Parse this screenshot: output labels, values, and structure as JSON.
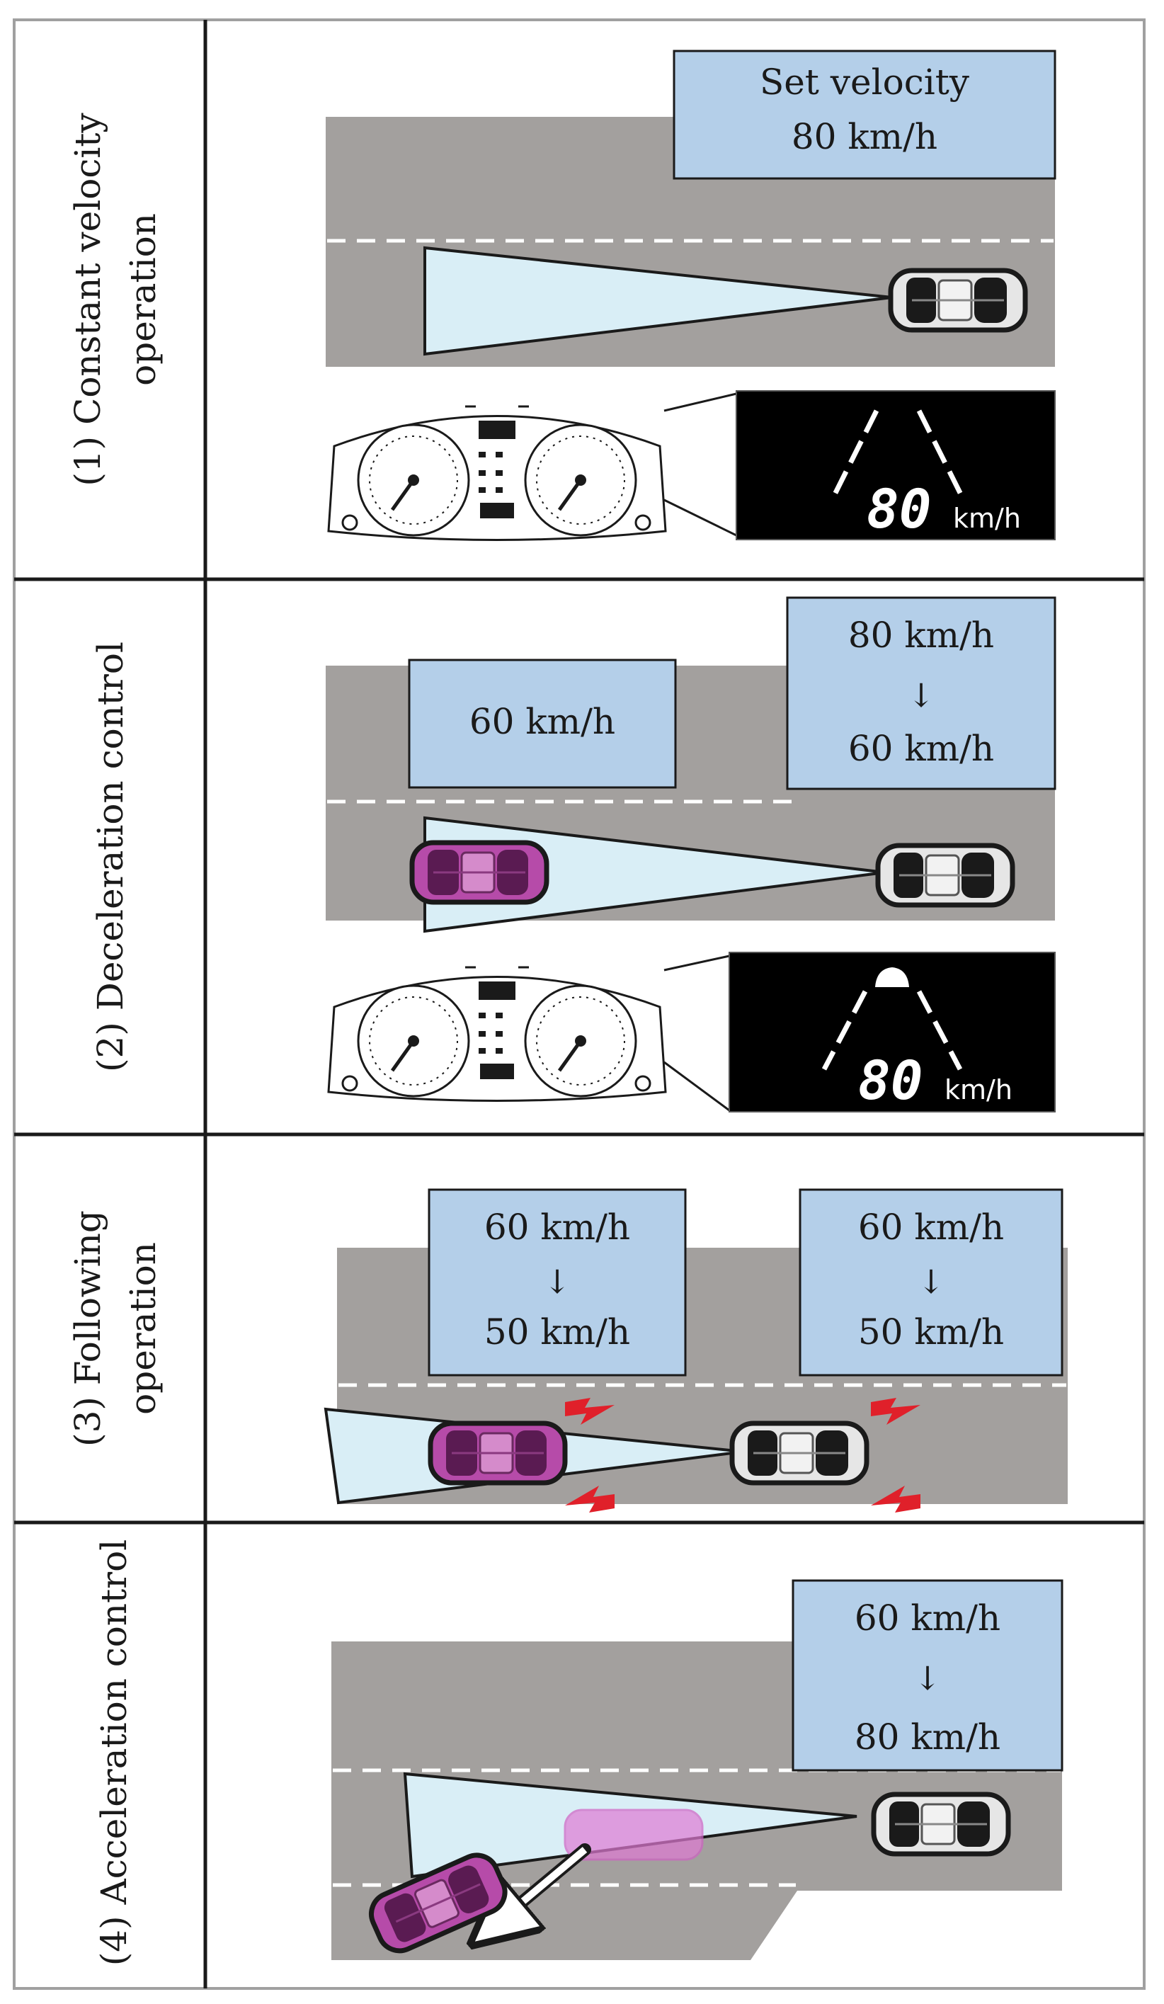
{
  "rows": [
    {
      "label_line1": "(1) Constant velocity",
      "label_line2": "operation"
    },
    {
      "label_line1": "(2) Deceleration control",
      "label_line2": ""
    },
    {
      "label_line1": "(3) Following",
      "label_line2": "operation"
    },
    {
      "label_line1": "(4) Acceleration control",
      "label_line2": ""
    }
  ],
  "boxes": {
    "r1_set": {
      "line1": "Set velocity",
      "line2": "80 km/h"
    },
    "r2_lead": {
      "line1": "60 km/h"
    },
    "r2_ego": {
      "line1": "80 km/h",
      "arrow": "↓",
      "line2": "60 km/h"
    },
    "r3_lead": {
      "line1": "60 km/h",
      "arrow": "↓",
      "line2": "50 km/h"
    },
    "r3_ego": {
      "line1": "60 km/h",
      "arrow": "↓",
      "line2": "50 km/h"
    },
    "r4_ego": {
      "line1": "60 km/h",
      "arrow": "↓",
      "line2": "80 km/h"
    }
  },
  "displays": {
    "r1": {
      "speed": "80",
      "unit": "km/h"
    },
    "r2": {
      "speed": "80",
      "unit": "km/h"
    }
  },
  "colors": {
    "road": "#a3a09e",
    "box": "#b4cfe9",
    "sensor": "#d9eef6",
    "ego_car": "#e6e6e6",
    "lead_car": "#b64ba9",
    "warning": "#e0202a",
    "display_bg": "#000000"
  }
}
